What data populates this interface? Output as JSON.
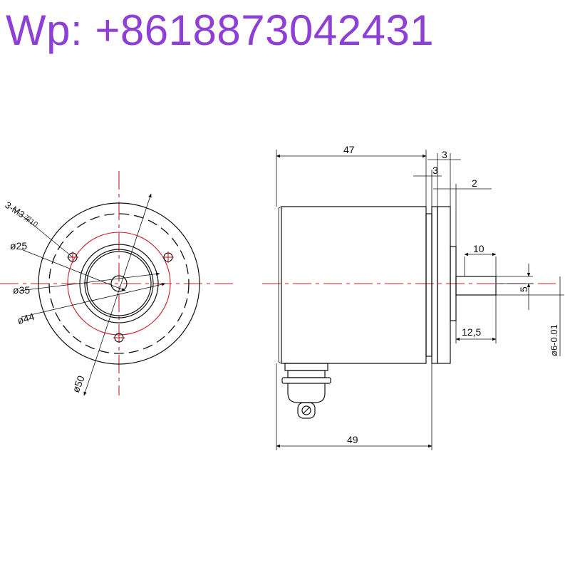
{
  "watermark": "Wp: +8618873042431",
  "front_view": {
    "hole_label": "3-M3",
    "hole_suffix": "深10",
    "dia_25": "ø25",
    "dia_35": "ø35",
    "dia_44": "ø44",
    "dia_50": "ø50"
  },
  "side_view": {
    "dim_47": "47",
    "dim_3_top": "3",
    "dim_3_inner": "3",
    "dim_2": "2",
    "dim_10": "10",
    "dim_5": "5",
    "dim_12_5": "12,5",
    "dim_shaft_dia": "ø6-0.01",
    "dim_49": "49"
  },
  "colors": {
    "watermark": "#8e3fd6",
    "centerline": "#c8202a",
    "line": "#111111"
  }
}
